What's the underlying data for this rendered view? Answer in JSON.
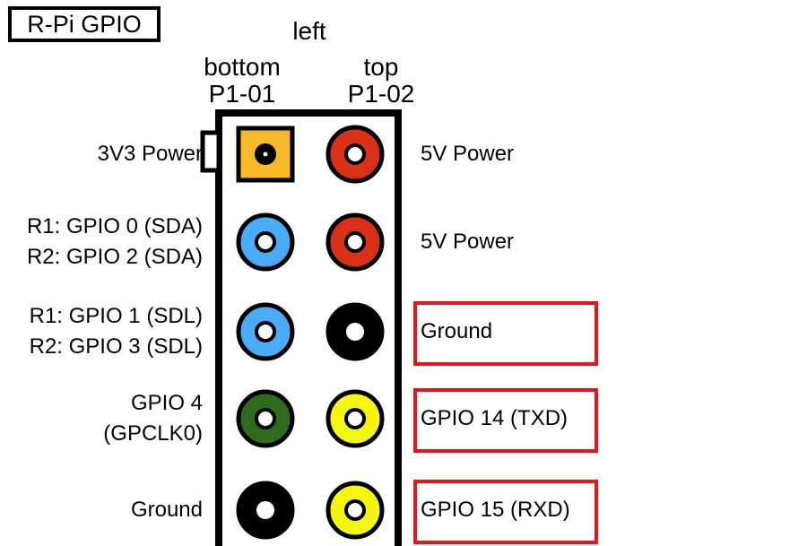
{
  "title": "R-Pi GPIO",
  "header": {
    "side": "left",
    "bottom_label": "bottom",
    "bottom_pin": "P1-01",
    "top_label": "top",
    "top_pin": "P1-02"
  },
  "rows": [
    {
      "left_lines": [
        "3V3 Power"
      ],
      "right_label": "5V Power",
      "left_pin_color": "#f7b928",
      "right_pin_color": "#d93118",
      "right_highlighted": false
    },
    {
      "left_lines": [
        "R1: GPIO 0 (SDA)",
        "R2: GPIO 2 (SDA)"
      ],
      "right_label": "5V Power",
      "left_pin_color": "#4aabf7",
      "right_pin_color": "#d93118",
      "right_highlighted": false
    },
    {
      "left_lines": [
        "R1: GPIO 1 (SDL)",
        "R2: GPIO 3 (SDL)"
      ],
      "right_label": "Ground",
      "left_pin_color": "#4aabf7",
      "right_pin_color": "#000000",
      "right_highlighted": true
    },
    {
      "left_lines": [
        "GPIO 4",
        "(GPCLK0)"
      ],
      "right_label": "GPIO 14 (TXD)",
      "left_pin_color": "#2f6b1c",
      "right_pin_color": "#f5f514",
      "right_highlighted": true
    },
    {
      "left_lines": [
        "Ground"
      ],
      "right_label": "GPIO 15 (RXD)",
      "left_pin_color": "#000000",
      "right_pin_color": "#f5f514",
      "right_highlighted": true
    }
  ],
  "colors": {
    "highlight_border": "#e8151a",
    "header_outline": "#000000"
  }
}
